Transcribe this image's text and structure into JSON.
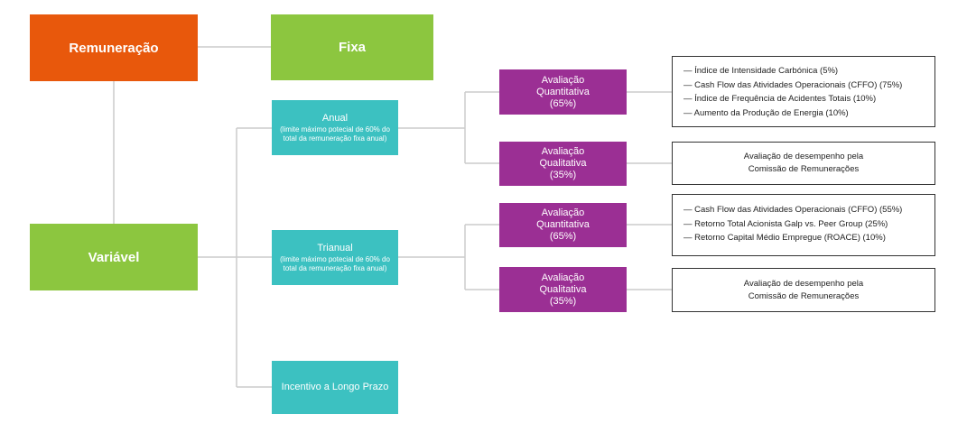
{
  "remuneracao": "Remuneração",
  "fixa": "Fixa",
  "variavel": "Variável",
  "anual": {
    "title": "Anual",
    "subtitle": "(limite máximo potecial de 60% do total da remuneração fixa anual)"
  },
  "trianual": {
    "title": "Trianual",
    "subtitle": "(limite máximo potecial de 60% do total da remuneração fixa anual)"
  },
  "incentivo": "Incentivo a Longo Prazo",
  "anual_quant": {
    "line1": "Avaliação",
    "line2": "Quantitativa",
    "line3": "(65%)"
  },
  "anual_qual": {
    "line1": "Avaliação",
    "line2": "Qualitativa",
    "line3": "(35%)"
  },
  "trianual_quant": {
    "line1": "Avaliação",
    "line2": "Quantitativa",
    "line3": "(65%)"
  },
  "trianual_qual": {
    "line1": "Avaliação",
    "line2": "Qualitativa",
    "line3": "(35%)"
  },
  "anual_quant_items": [
    "— Índice de Intensidade Carbónica (5%)",
    "— Cash Flow das Atividades Operacionais (CFFO) (75%)",
    "— Índice de Frequência de Acidentes Totais (10%)",
    "— Aumento da Produção de Energia (10%)"
  ],
  "anual_qual_text": "Avaliação de desempenho pela Comissão de Remunerações",
  "trianual_quant_items": [
    "— Cash Flow das Atividades Operacionais (CFFO) (55%)",
    "— Retorno Total Acionista Galp vs. Peer Group (25%)",
    "— Retorno Capital Médio Empregue (ROACE) (10%)"
  ],
  "trianual_qual_text": "Avaliação de desempenho pela Comissão de Remunerações",
  "colors": {
    "orange": "#e8580c",
    "green": "#8cc63f",
    "teal": "#3cc1c1",
    "purple": "#9b2f94",
    "connector": "#cccccc"
  }
}
